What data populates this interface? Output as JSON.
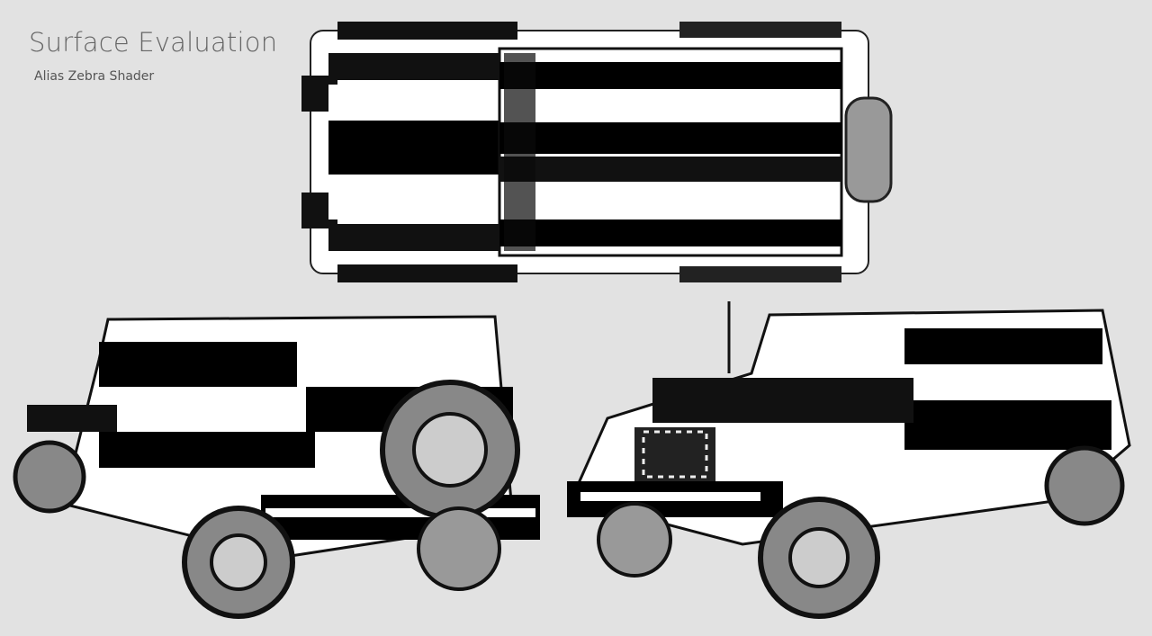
{
  "header": {
    "title": "Surface Evaluation",
    "subtitle": "Alias Zebra Shader"
  },
  "views": [
    {
      "name": "top-view"
    },
    {
      "name": "rear-three-quarter-view"
    },
    {
      "name": "front-three-quarter-view"
    }
  ]
}
